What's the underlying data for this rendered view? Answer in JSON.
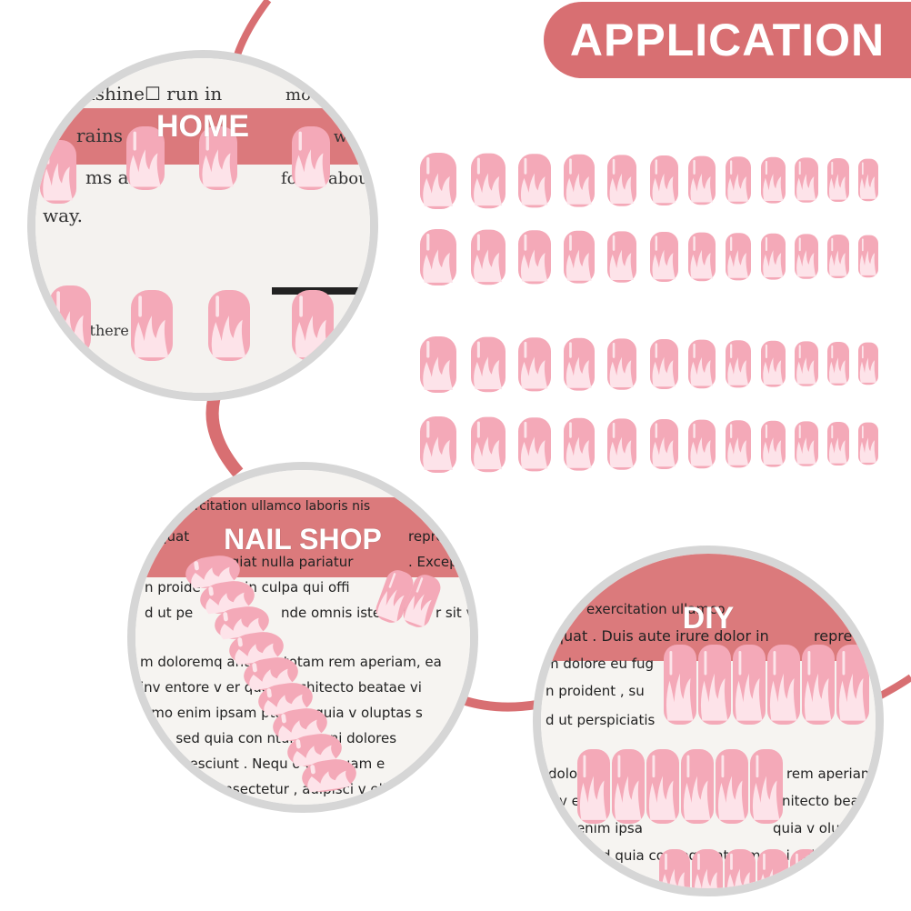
{
  "banner": {
    "title": "APPLICATION",
    "color": "#d86f72"
  },
  "callouts": {
    "home": "HOME",
    "nail_shop": "NAIL SHOP",
    "diy": "DIY"
  },
  "home_text": {
    "line1a": "unshine☐ run in",
    "line1b": "mo",
    "line2a": "rains",
    "line2b": "pe wi",
    "line3a": "ms an",
    "line3b": "fo",
    "line3c": "about",
    "line4": "way.",
    "line5": "t there"
  },
  "shop_text": {
    "l1": "exercitation ullamco laboris nis",
    "l2a": "quat",
    "l2b": "repre",
    "l3a": "fugiat nulla pariatur",
    "l3b": ". Except",
    "l4a": "n proide",
    "l4b": "nt in culpa qui offi",
    "l5a": "d ut pe",
    "l5b": "nde omnis iste nat",
    "l5c": "r sit v",
    "l6": "m doloremq   antium, totam rem aperiam, ea",
    "l7": "inv entore v er   quasi architecto beatae vi",
    "l8": "emo enim ipsam   ptatem quia v oluptas s",
    "l9": "it  , sed quia con   ntur magni dolores",
    "l10": "nesciunt  . Nequ   o quisquam e",
    "l11": "consectetur , adipisci v elit ,"
  },
  "diy_text": {
    "l1": "exercitation ullamco",
    "l2a": "equat . Duis aute irure dolor in",
    "l2b": "repre",
    "l3": "m dolore eu fug",
    "l4": "n proident  , su",
    "l5": "d ut perspiciatis",
    "l6a": "dolor",
    "l6b": "rem aperiam",
    "l7a": "v  er",
    "l7b": "nitecto beat",
    "l8a": "o enim ipsa",
    "l8b": "quia v oluptas",
    "l9": "sed quia consequuntur magni dolor"
  },
  "colors": {
    "accent": "#d86f72",
    "nail_pink": "#f4a9b8",
    "flame": "#fde0e6",
    "ring": "#d6d6d6"
  }
}
